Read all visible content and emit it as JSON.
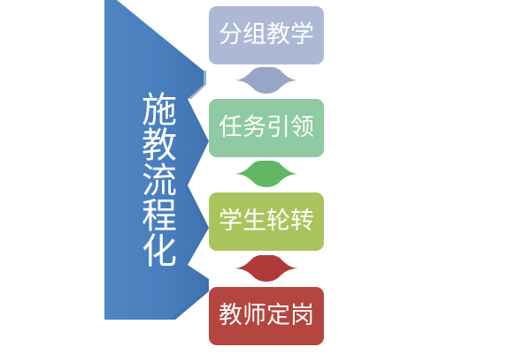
{
  "diagram": {
    "type": "vertical-process-flow",
    "orientation": "top-to-bottom",
    "background_color": "#ffffff",
    "banner": {
      "label": "施教流程化",
      "color": "#4a7fbf",
      "shadow_color": "#3a6aa6",
      "text_color": "#ffffff",
      "text_direction": "vertical",
      "shape": "notched-banner-arrow"
    },
    "steps": [
      {
        "index": 1,
        "label": "分组教学",
        "color": "#adb9d4",
        "text_color": "#ffffff"
      },
      {
        "index": 2,
        "label": "任务引领",
        "color": "#8ecaa2",
        "text_color": "#ffffff"
      },
      {
        "index": 3,
        "label": "学生轮转",
        "color": "#a9c45c",
        "text_color": "#ffffff"
      },
      {
        "index": 4,
        "label": "教师定岗",
        "color": "#b4453f",
        "text_color": "#ffffff"
      }
    ],
    "connectors": [
      {
        "from": 1,
        "to": 2,
        "color": "#97a6c6",
        "shape": "down-chevron"
      },
      {
        "from": 2,
        "to": 3,
        "color": "#62b664",
        "shape": "down-chevron"
      },
      {
        "from": 3,
        "to": 4,
        "color": "#b03a38",
        "shape": "down-chevron"
      }
    ]
  }
}
